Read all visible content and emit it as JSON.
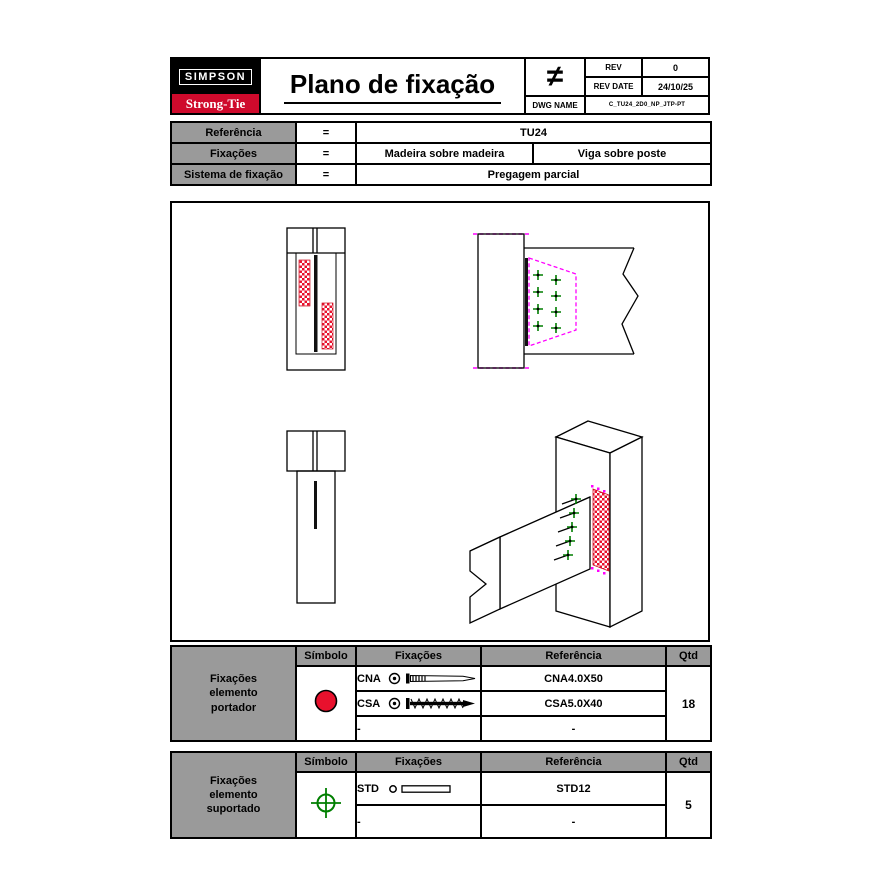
{
  "header": {
    "logo_top": "SIMPSON",
    "logo_bottom": "Strong-Tie",
    "title": "Plano de fixação",
    "symbol": "≠",
    "rev": {
      "label": "REV",
      "value": "0"
    },
    "rev_date": {
      "label": "REV DATE",
      "value": "24/10/25"
    },
    "dwg": {
      "label": "DWG NAME",
      "value": "C_TU24_2D0_NP_JTP-PT"
    }
  },
  "reference": {
    "rows": [
      {
        "label": "Referência",
        "eq": "=",
        "value": "TU24"
      },
      {
        "label": "Fixações",
        "eq": "=",
        "value1": "Madeira sobre madeira",
        "value2": "Viga sobre poste"
      },
      {
        "label": "Sistema de fixação",
        "eq": "=",
        "value": "Pregagem parcial"
      }
    ]
  },
  "tables": {
    "headers": {
      "symbol": "Símbolo",
      "fixings": "Fixações",
      "reference": "Referência",
      "qty": "Qtd"
    },
    "carrier": {
      "group": "Fixações\nelemento\nportador",
      "rows": [
        {
          "code": "CNA",
          "ref": "CNA4.0X50"
        },
        {
          "code": "CSA",
          "ref": "CSA5.0X40"
        },
        {
          "code": "-",
          "ref": "-"
        }
      ],
      "qty": "18"
    },
    "supported": {
      "group": "Fixações\nelemento\nsuportado",
      "rows": [
        {
          "code": "STD",
          "ref": "STD12"
        },
        {
          "code": "-",
          "ref": "-"
        }
      ],
      "qty": "5"
    }
  },
  "colors": {
    "symbol_red": "#e8112d",
    "symbol_green": "#007f00",
    "magenta": "#ff00ff",
    "header_gray": "#9a9a9a",
    "logo_red": "#cf0a2c",
    "logo_black": "#000000"
  }
}
